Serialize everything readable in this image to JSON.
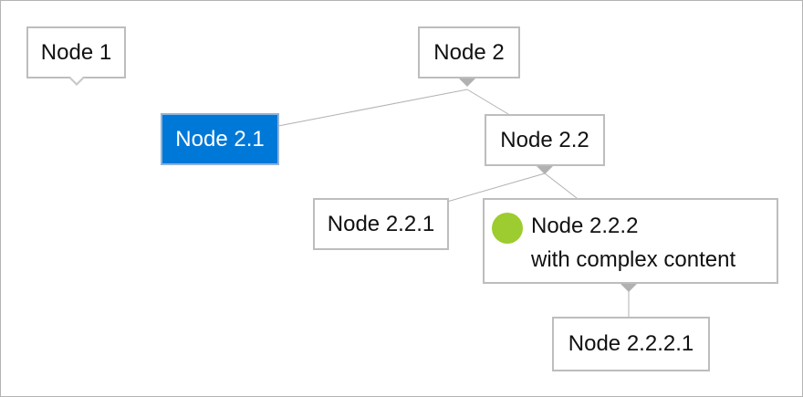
{
  "diagram": {
    "nodes": [
      {
        "id": "n1",
        "label": "Node 1"
      },
      {
        "id": "n2",
        "label": "Node 2"
      },
      {
        "id": "n21",
        "label": "Node 2.1",
        "selected": true
      },
      {
        "id": "n22",
        "label": "Node 2.2"
      },
      {
        "id": "n221",
        "label": "Node 2.2.1"
      },
      {
        "id": "n222",
        "label_line1": "Node 2.2.2",
        "label_line2": "with complex content",
        "status_color": "#9ccc2f"
      },
      {
        "id": "n2221",
        "label": "Node 2.2.2.1"
      }
    ],
    "edges": [
      {
        "from": "Node 2",
        "to": "Node 2.1"
      },
      {
        "from": "Node 2",
        "to": "Node 2.2"
      },
      {
        "from": "Node 2.2",
        "to": "Node 2.2.1"
      },
      {
        "from": "Node 2.2",
        "to": "Node 2.2.2"
      },
      {
        "from": "Node 2.2.2",
        "to": "Node 2.2.2.1"
      }
    ],
    "colors": {
      "selected_fill": "#0078d7",
      "node_border": "#bdbdbd",
      "connector": "#b1b1b1",
      "status_dot": "#9ccc2f"
    }
  }
}
